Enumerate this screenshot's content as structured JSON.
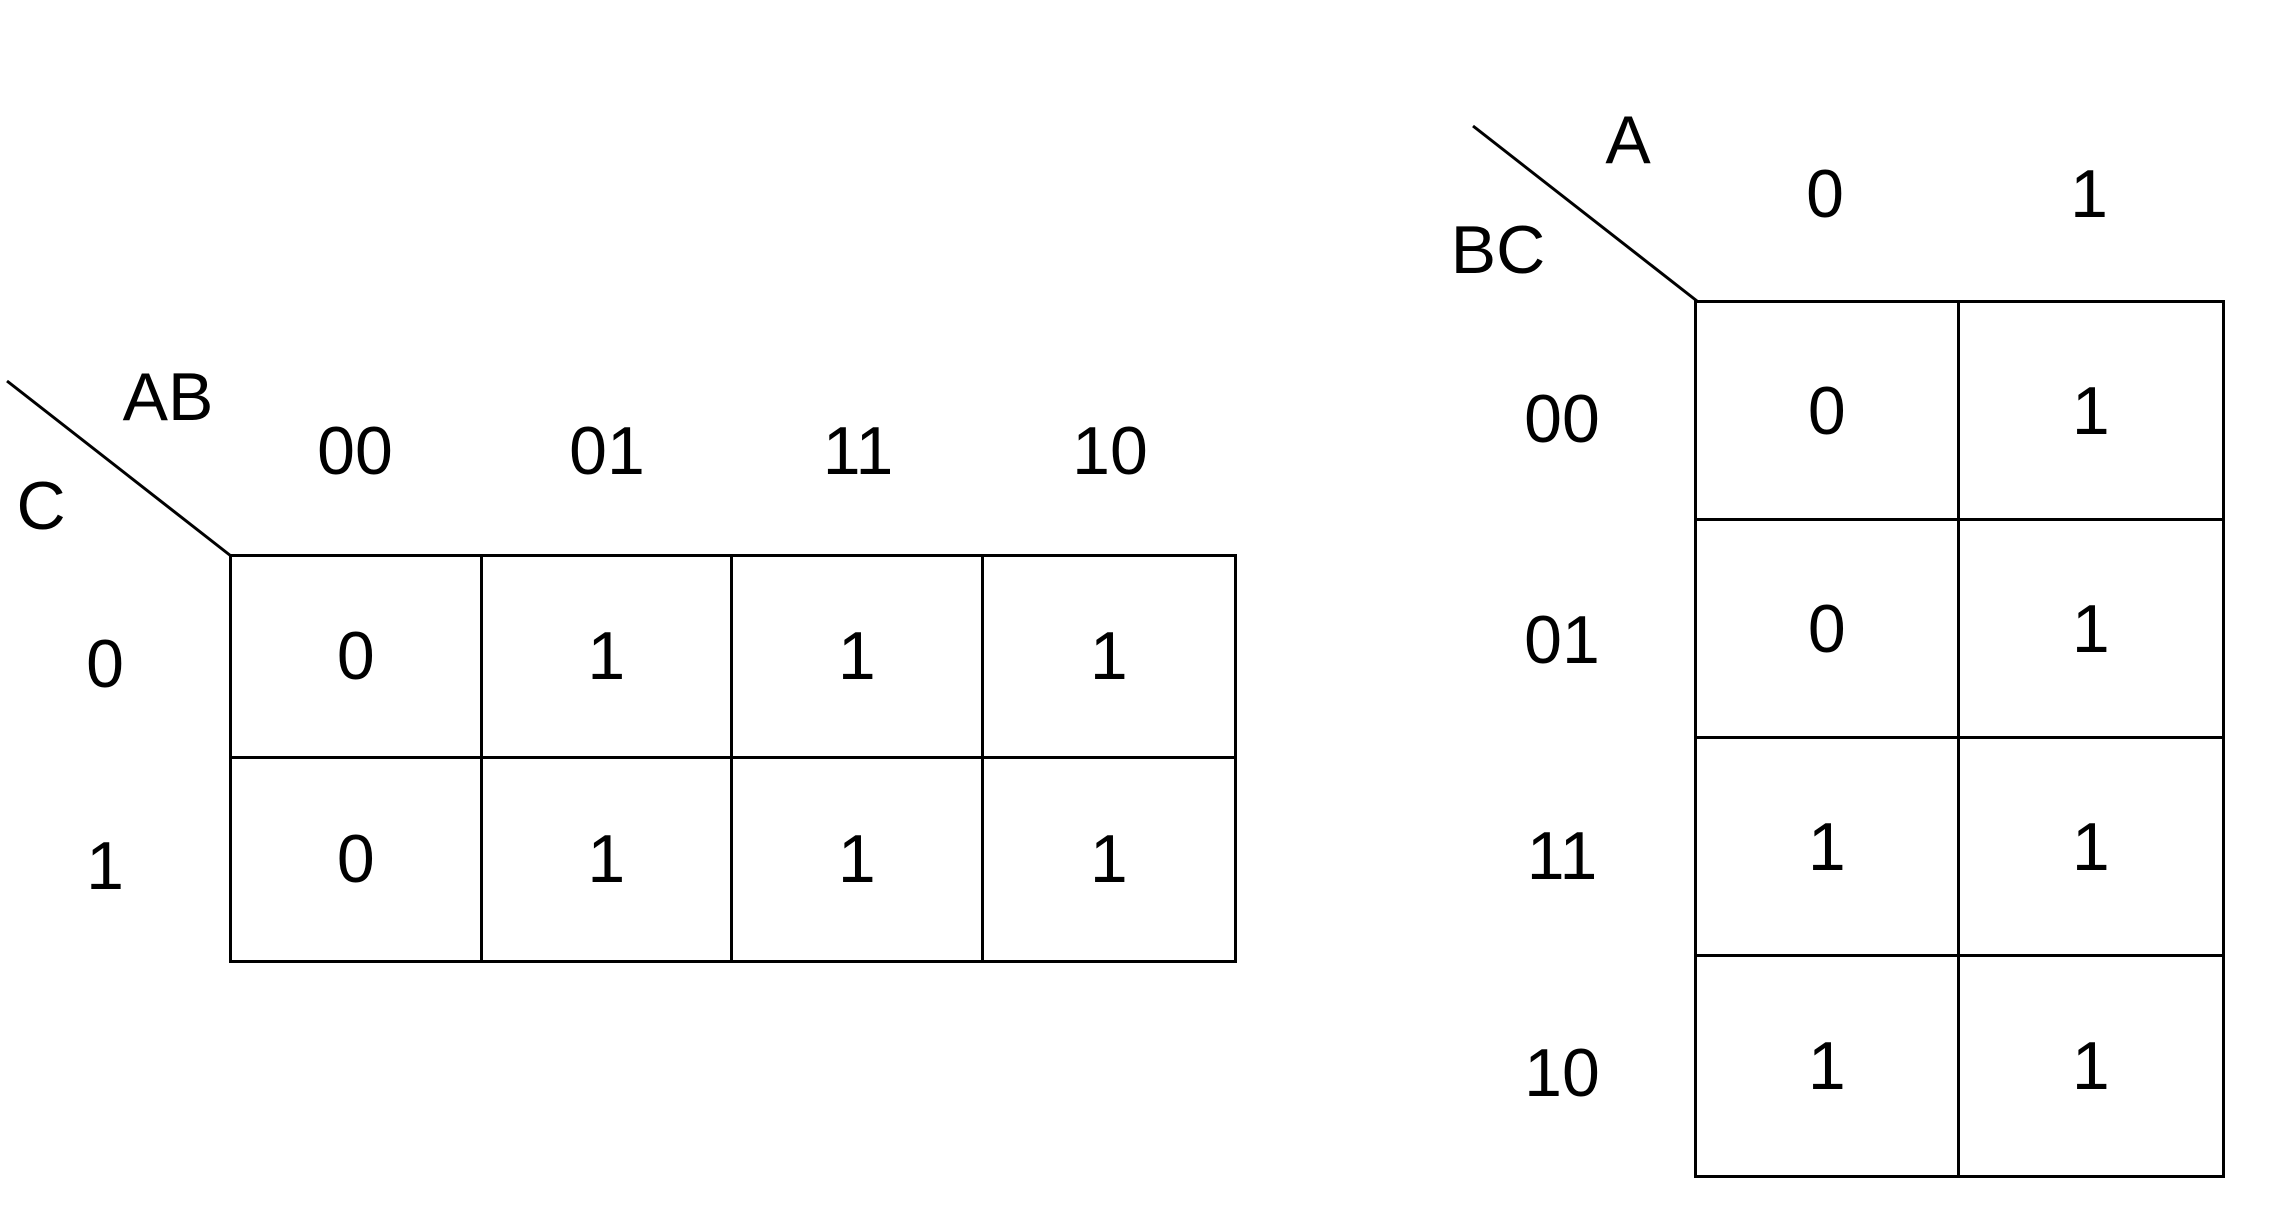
{
  "kmap_left": {
    "row_var": "C",
    "col_var": "AB",
    "col_labels": [
      "00",
      "01",
      "11",
      "10"
    ],
    "row_labels": [
      "0",
      "1"
    ],
    "cells": [
      [
        "0",
        "1",
        "1",
        "1"
      ],
      [
        "0",
        "1",
        "1",
        "1"
      ]
    ]
  },
  "kmap_right": {
    "row_var": "BC",
    "col_var": "A",
    "col_labels": [
      "0",
      "1"
    ],
    "row_labels": [
      "00",
      "01",
      "11",
      "10"
    ],
    "cells": [
      [
        "0",
        "1"
      ],
      [
        "0",
        "1"
      ],
      [
        "1",
        "1"
      ],
      [
        "1",
        "1"
      ]
    ]
  }
}
